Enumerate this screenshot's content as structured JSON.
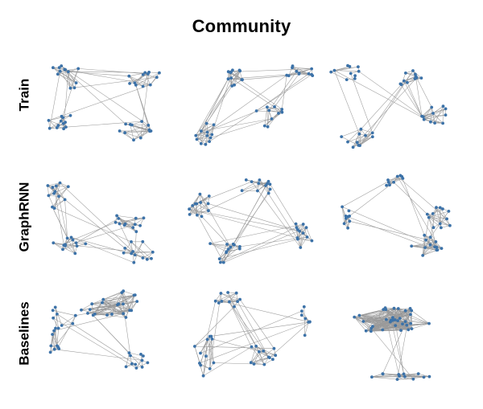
{
  "title": "Community",
  "rows": [
    {
      "label": "Train"
    },
    {
      "label": "GraphRNN"
    },
    {
      "label": "Baselines"
    }
  ],
  "colors": {
    "node": "#3c72a8",
    "edge": "#9a9a9a"
  }
}
